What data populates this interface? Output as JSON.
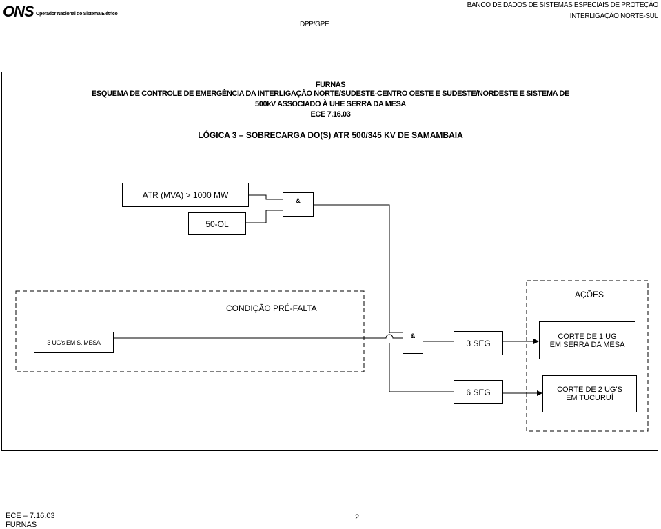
{
  "header": {
    "logo": "ONS",
    "logo_subtitle": "Operador Nacional do Sistema Elétrico",
    "right_line1": "BANCO DE DADOS DE SISTEMAS ESPECIAIS DE PROTEÇÃO",
    "right_line2": "INTERLIGAÇÃO NORTE-SUL",
    "center": "DPP/GPE"
  },
  "title": {
    "line1": "FURNAS",
    "line2": "ESQUEMA DE CONTROLE DE EMERGÊNCIA DA INTERLIGAÇÃO NORTE/SUDESTE-CENTRO OESTE E SUDESTE/NORDESTE E SISTEMA DE",
    "line3": "500kV ASSOCIADO À UHE SERRA DA MESA",
    "line4": "ECE 7.16.03",
    "logic": "LÓGICA 3 – SOBRECARGA DO(S) ATR 500/345 KV DE SAMAMBAIA"
  },
  "diagram": {
    "input1": "ATR (MVA) > 1000 MW",
    "input2": "50-OL",
    "gate1": "&",
    "precondition_title": "CONDIÇÃO PRÉ-FALTA",
    "precondition_input": "3 UG's EM S. MESA",
    "gate2": "&",
    "timer1": "3 SEG",
    "timer2": "6 SEG",
    "actions_title": "AÇÕES",
    "action1_line1": "CORTE DE 1 UG",
    "action1_line2": "EM SERRA DA MESA",
    "action2_line1": "CORTE DE  2 UG'S",
    "action2_line2": "EM TUCURUÍ"
  },
  "footer": {
    "code": "ECE – 7.16.03",
    "company": "FURNAS",
    "page": "2"
  }
}
